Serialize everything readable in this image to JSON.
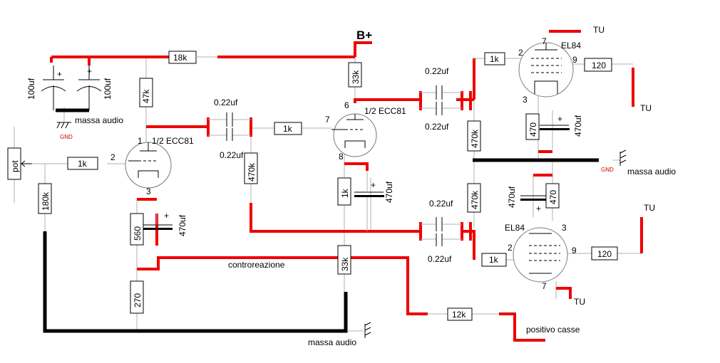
{
  "labels": {
    "b_plus": "B+",
    "r_18k": "18k",
    "r_47k": "47k",
    "r_33k_top": "33k",
    "r_1k_pot": "1k",
    "r_1k_mid": "1k",
    "r_1k_el84a": "1k",
    "r_1k_el84b": "1k",
    "r_1k_cathode": "1k",
    "r_180k": "180k",
    "r_470k_a": "470k",
    "r_470k_b": "470k",
    "r_470k_c": "470k",
    "r_560": "560",
    "r_270": "270",
    "r_33k_fb": "33k",
    "r_12k": "12k",
    "r_120_a": "120",
    "r_120_b": "120",
    "r_470_a": "470",
    "r_470_b": "470",
    "pot": "pot",
    "cap_100uf_a": "100uf",
    "cap_100uf_b": "100uf",
    "cap_022_a": "0.22uf",
    "cap_022_b": "0.22uf",
    "cap_022_c": "0.22uf",
    "cap_022_d": "0.22uf",
    "cap_022_e": "0.22uf",
    "cap_022_f": "0.22uf",
    "cap_470uf_a": "470uf",
    "cap_470uf_b": "470uf",
    "cap_470uf_c": "470uf",
    "cap_470uf_d": "470uf",
    "tube_ecc81_a": "1/2 ECC81",
    "tube_ecc81_b": "1/2 ECC81",
    "tube_el84_a": "EL84",
    "tube_el84_b": "EL84",
    "massa_audio_a": "massa audio",
    "massa_audio_b": "massa audio",
    "massa_audio_c": "massa audio",
    "gnd_a": "GND",
    "gnd_b": "GND",
    "controreazione": "controreazione",
    "positivo_casse": "positivo casse",
    "tu_a": "TU",
    "tu_b": "TU",
    "tu_c": "TU",
    "tu_d": "TU",
    "pin_1": "1",
    "pin_2": "2",
    "pin_3": "3",
    "pin_6": "6",
    "pin_7": "7",
    "pin_8": "8",
    "pin_el84a_7": "7",
    "pin_el84a_2": "2",
    "pin_el84a_9": "9",
    "pin_el84a_3": "3",
    "pin_el84b_3": "3",
    "pin_el84b_2": "2",
    "pin_el84b_9": "9",
    "pin_el84b_7": "7",
    "plus_a": "+",
    "plus_b": "+",
    "plus_c": "+",
    "plus_d": "+",
    "plus_e": "+",
    "plus_f": "+"
  },
  "colors": {
    "wire_red": "#ee0000",
    "ground_black": "#000000",
    "thin_wire": "#b0b0b0"
  }
}
